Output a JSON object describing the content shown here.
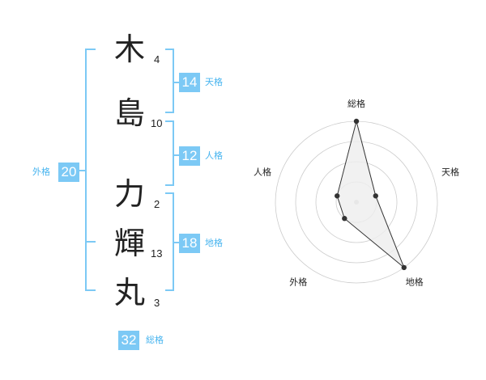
{
  "name": {
    "characters": [
      {
        "char": "木",
        "strokes": "4"
      },
      {
        "char": "島",
        "strokes": "10"
      },
      {
        "char": "力",
        "strokes": "2"
      },
      {
        "char": "輝",
        "strokes": "13"
      },
      {
        "char": "丸",
        "strokes": "3"
      }
    ]
  },
  "fortunes": {
    "tenkaku": {
      "label": "天格",
      "value": "14"
    },
    "jinkaku": {
      "label": "人格",
      "value": "12"
    },
    "chikaku": {
      "label": "地格",
      "value": "18"
    },
    "gaikaku": {
      "label": "外格",
      "value": "20"
    },
    "soukaku": {
      "label": "総格",
      "value": "32"
    }
  },
  "colors": {
    "accent": "#7cc9f5",
    "label": "#47b4ef",
    "bracket": "#7cc9f5",
    "radar_fill": "#eeeeee",
    "radar_grid": "#cccccc"
  },
  "chart_data": {
    "type": "radar",
    "axes": [
      "総格",
      "天格",
      "地格",
      "外格",
      "人格"
    ],
    "levels": 4,
    "max": 4,
    "values": [
      4,
      1,
      4,
      1,
      1
    ]
  }
}
